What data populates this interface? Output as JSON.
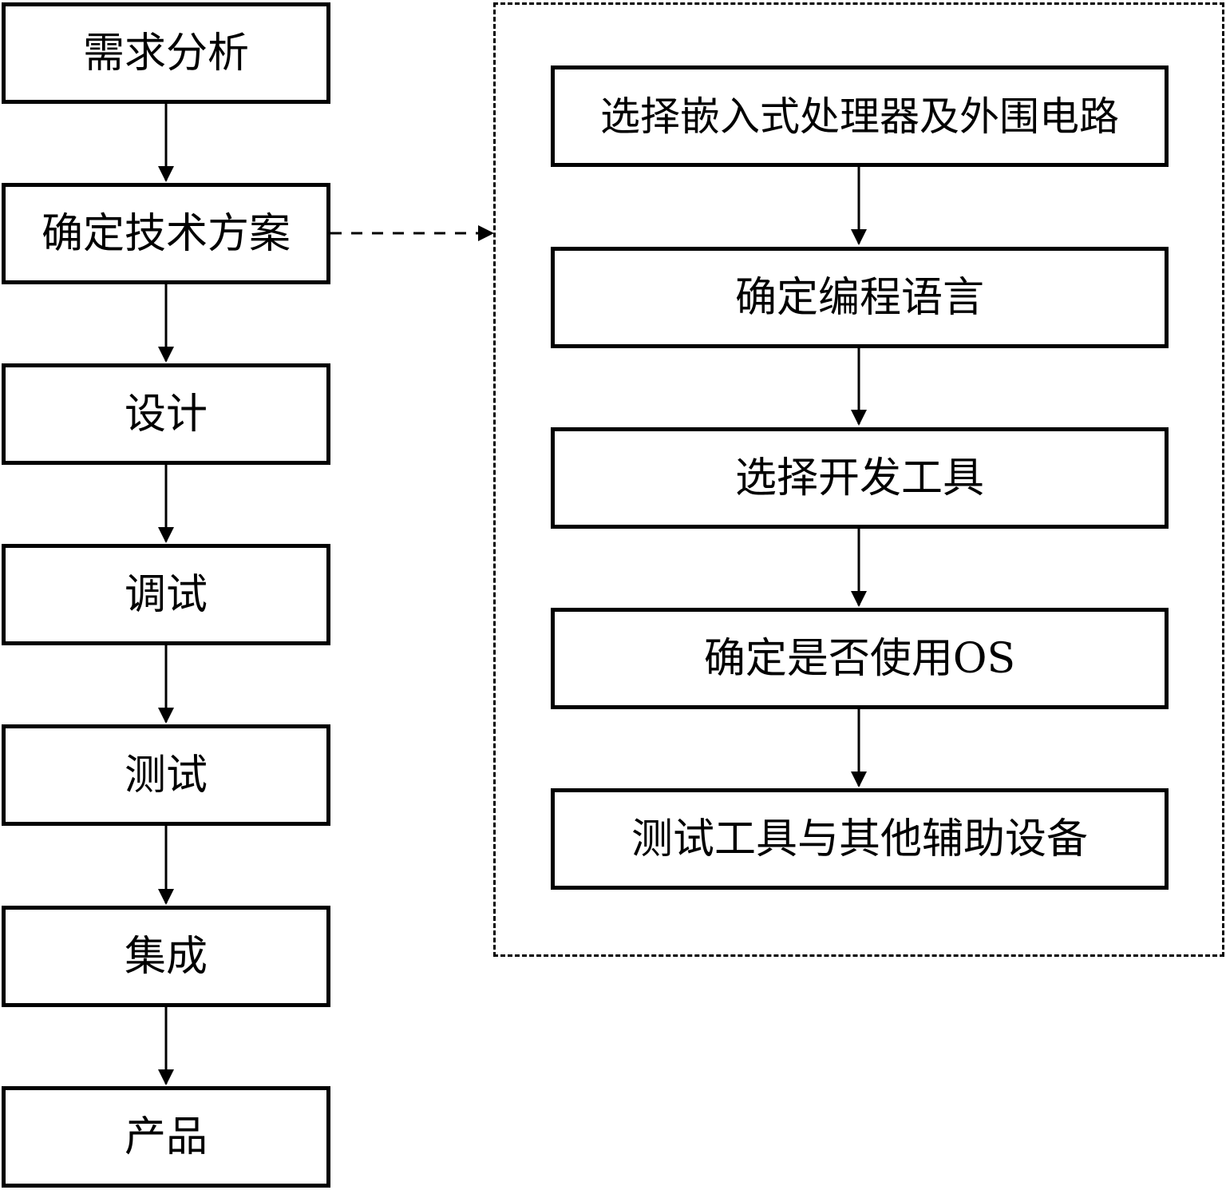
{
  "diagram": {
    "main_flow": [
      "需求分析",
      "确定技术方案",
      "设计",
      "调试",
      "测试",
      "集成",
      "产品"
    ],
    "technical_scheme_details": [
      "选择嵌入式处理器及外围电路",
      "确定编程语言",
      "选择开发工具",
      "确定是否使用OS",
      "测试工具与其他辅助设备"
    ],
    "connections": [
      {
        "from": "需求分析",
        "to": "确定技术方案",
        "style": "solid"
      },
      {
        "from": "确定技术方案",
        "to": "设计",
        "style": "solid"
      },
      {
        "from": "设计",
        "to": "调试",
        "style": "solid"
      },
      {
        "from": "调试",
        "to": "测试",
        "style": "solid"
      },
      {
        "from": "测试",
        "to": "集成",
        "style": "solid"
      },
      {
        "from": "集成",
        "to": "产品",
        "style": "solid"
      },
      {
        "from": "确定技术方案",
        "to": "technical_scheme_details",
        "style": "dashed"
      },
      {
        "from": "选择嵌入式处理器及外围电路",
        "to": "确定编程语言",
        "style": "solid"
      },
      {
        "from": "确定编程语言",
        "to": "选择开发工具",
        "style": "solid"
      },
      {
        "from": "选择开发工具",
        "to": "确定是否使用OS",
        "style": "solid"
      },
      {
        "from": "确定是否使用OS",
        "to": "测试工具与其他辅助设备",
        "style": "solid"
      }
    ],
    "colors": {
      "background": "#ffffff",
      "line": "#000000",
      "text": "#000000"
    }
  }
}
